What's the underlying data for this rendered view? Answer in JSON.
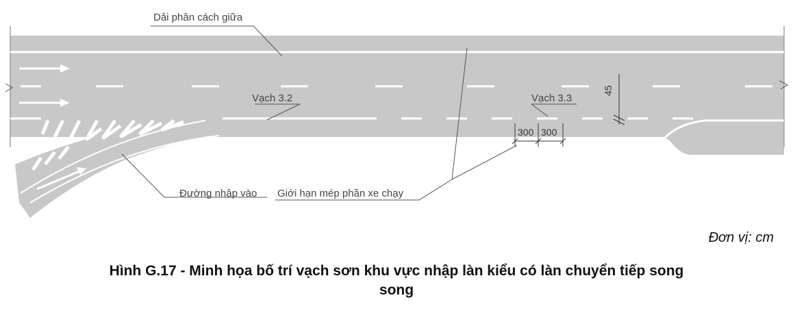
{
  "labels": {
    "median": "Dải phân cách giữa",
    "line_3_2": "Vạch 3.2",
    "line_3_3": "Vạch 3.3",
    "merge_road": "Đường nhập vào",
    "edge_limit": "Giới hạn mép phần xe chạy"
  },
  "dimensions": {
    "vertical": "45",
    "seg_a": "300",
    "seg_b": "300"
  },
  "unit": "Đơn vị: cm",
  "caption": {
    "line1": "Hình G.17 - Minh họa bố trí vạch sơn khu vực nhập làn kiểu có làn chuyển tiếp song",
    "line2": "song"
  },
  "colors": {
    "road": "#c8c8c8",
    "marking": "#ffffff",
    "leader": "#555555"
  }
}
